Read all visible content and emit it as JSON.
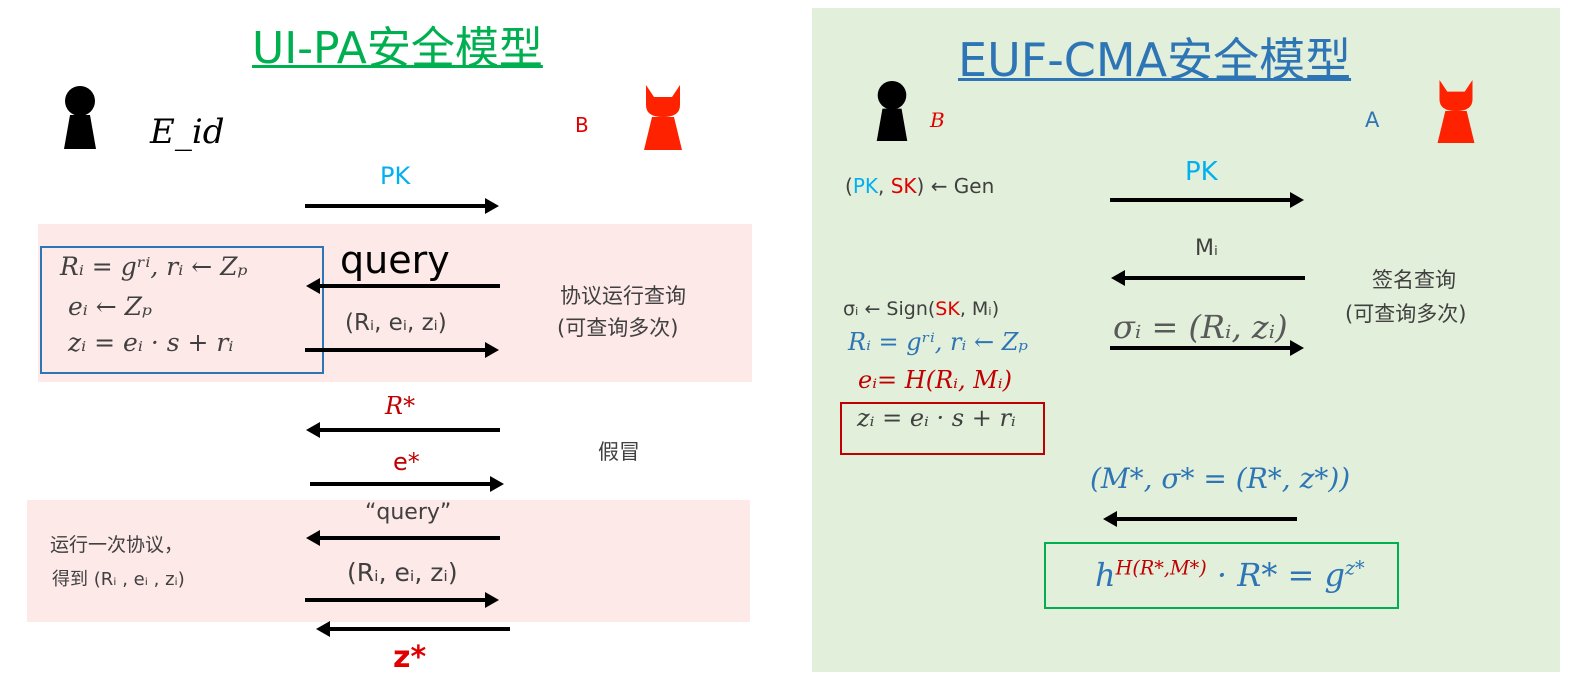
{
  "left": {
    "title": "UI-PA安全模型",
    "challenger_label": "E_id",
    "adversary_label": "B",
    "pk": "PK",
    "box_lines": [
      "Rᵢ = gʳⁱ, rᵢ ← Zₚ",
      "eᵢ ← Zₚ",
      "zᵢ = eᵢ · s + rᵢ"
    ],
    "query": "query",
    "response": "(Rᵢ, eᵢ, zᵢ)",
    "query_note": [
      "协议运行查询",
      "(可查询多次)"
    ],
    "r_star": "R*",
    "impersonate": "假冒",
    "e_star": "e*",
    "quoted_query": "“query”",
    "run_note": [
      "运行一次协议，",
      "得到 (Rᵢ , eᵢ , zᵢ)"
    ],
    "response2": "(Rᵢ, eᵢ, zᵢ)",
    "z_star": "z*"
  },
  "right": {
    "title": "EUF-CMA安全模型",
    "challenger_label": "B",
    "adversary_label": "A",
    "gen": {
      "open": "(",
      "pk": "PK",
      "sep": ", ",
      "sk": "SK",
      "rest": ") ← Gen"
    },
    "pk": "PK",
    "mi": "Mᵢ",
    "query_note": [
      "签名查询",
      "(可查询多次)"
    ],
    "sign": {
      "pre": "σᵢ ← Sign(",
      "sk": "SK",
      "post": ", Mᵢ)"
    },
    "r_line": "Rᵢ = gʳⁱ, rᵢ ← Zₚ",
    "e_line": "eᵢ= H(Rᵢ, Mᵢ)",
    "z_line": "zᵢ = eᵢ · s + rᵢ",
    "sigma": "σᵢ = (Rᵢ, zᵢ)",
    "forgery": "(M*,  σ* = (R*, z*))",
    "verify": {
      "base": "h",
      "exp": "H(R*,M*)",
      "mid": " · R* = g",
      "exp2": "z*"
    }
  },
  "colors": {
    "green": "#00b050",
    "blue": "#2e75b6",
    "red": "#c00000",
    "cyan": "#00b0f0",
    "panel": "#e2efda",
    "band": "#fde9e7"
  }
}
